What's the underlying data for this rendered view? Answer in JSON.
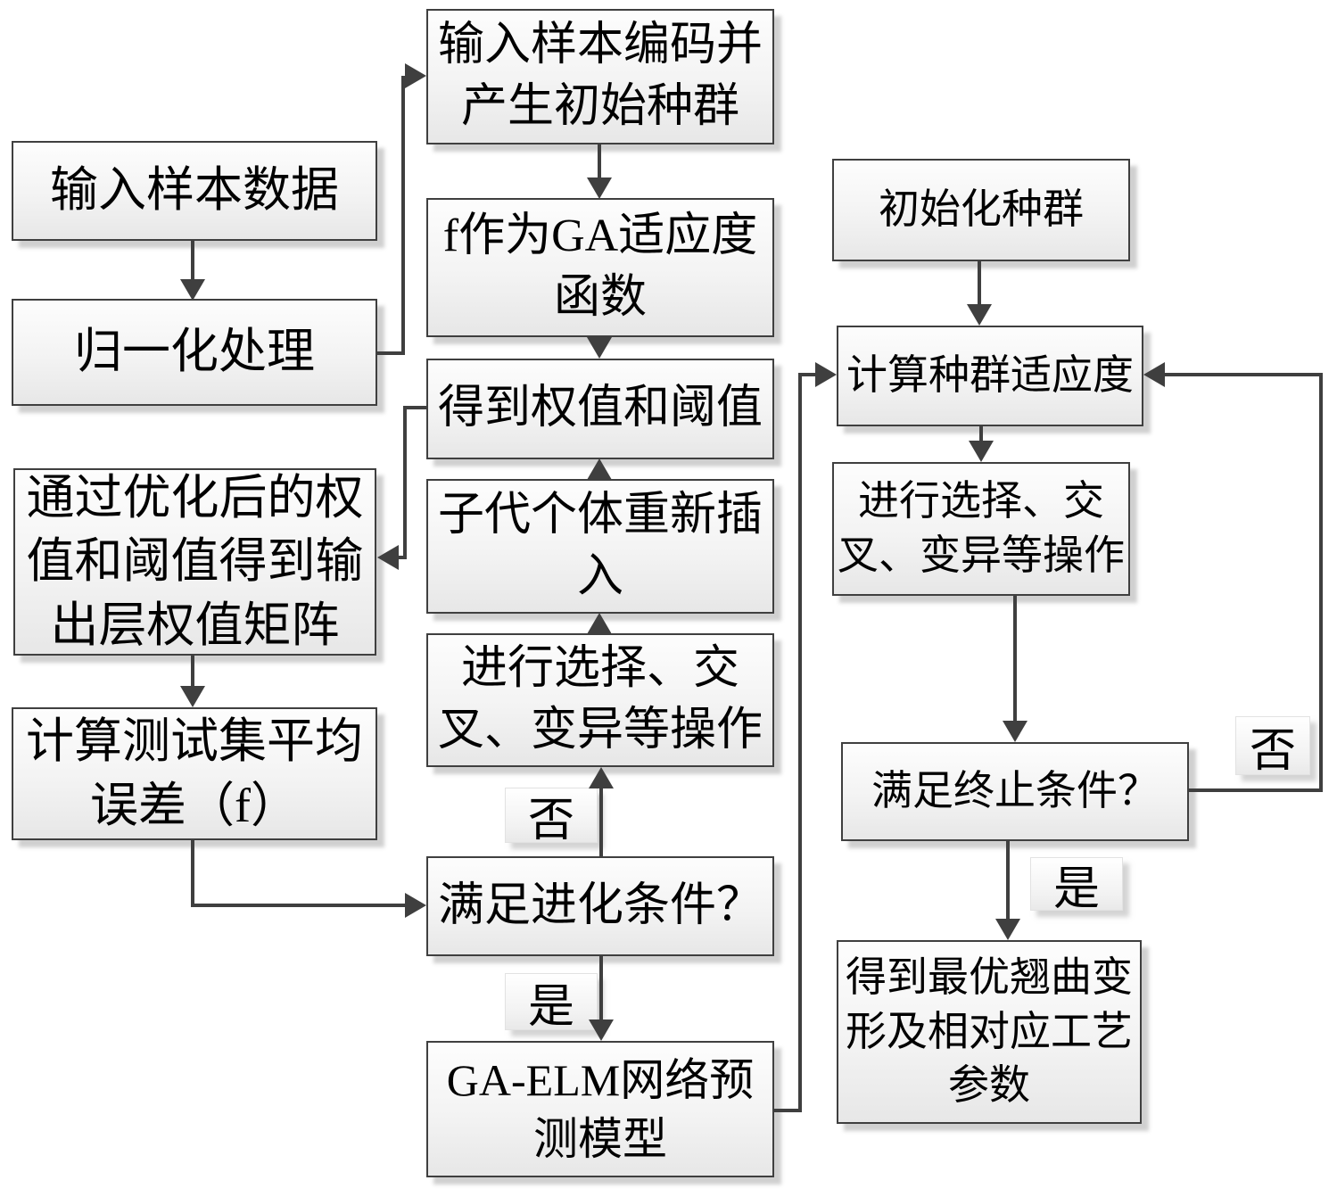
{
  "diagram": {
    "title": "GA-ELM network prediction flowchart",
    "colors": {
      "line": "#3f3f3f",
      "box_border": "#3f3f3f",
      "box_fill_top": "#fdfdfd",
      "box_fill_bottom": "#e7e7e7",
      "shadow": "#969696",
      "text": "#000000",
      "background": "#ffffff"
    },
    "boxes": {
      "input_sample_data": "输入样本数据",
      "normalization": "归一化处理",
      "output_weight_matrix": "通过优化后的权值和阈值得到输出层权值矩阵",
      "test_set_error": "计算测试集平均误差（f）",
      "encode_init_population": "输入样本编码并产生初始种群",
      "f_as_ga_fitness": "f作为GA适应度函数",
      "get_weights_thresholds": "得到权值和阈值",
      "offspring_reinsert": "子代个体重新插入",
      "ga_operations_mid": "进行选择、交叉、变异等操作",
      "evolution_condition": "满足进化条件？",
      "ga_elm_model": "GA-ELM网络预测模型",
      "init_population": "初始化种群",
      "population_fitness": "计算种群适应度",
      "ga_operations_right": "进行选择、交叉、变异等操作",
      "termination_condition": "满足终止条件？",
      "optimal_result": "得到最优翘曲变形及相对应工艺参数"
    },
    "labels": {
      "mid_no": "否",
      "mid_yes": "是",
      "right_no": "否",
      "right_yes": "是"
    }
  }
}
